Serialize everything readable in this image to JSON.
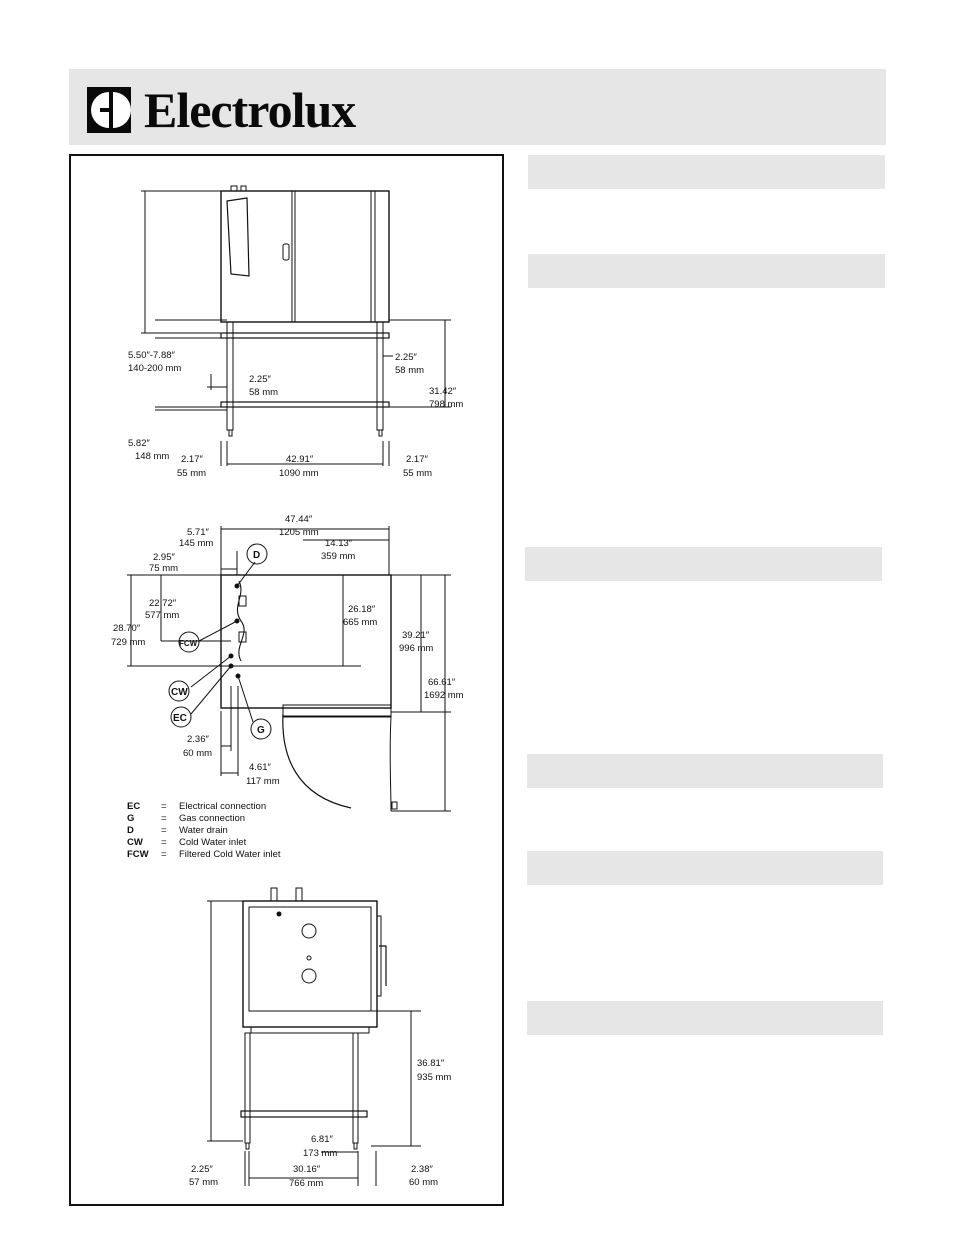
{
  "brand": {
    "name": "Electrolux",
    "logo_icon": "electrolux-e-symbol-icon"
  },
  "front_view": {
    "dims": {
      "feet_range_in": "5.50″-7.88″",
      "feet_range_mm": "140-200 mm",
      "inner_left_in": "2.25″",
      "inner_left_mm": "58 mm",
      "inner_right_in": "2.25″",
      "inner_right_mm": "58 mm",
      "stand_height_in": "31.42″",
      "stand_height_mm": "798 mm",
      "bottom_in": "5.82″",
      "bottom_mm": "148 mm",
      "left_off_in": "2.17″",
      "left_off_mm": "55 mm",
      "width_in": "42.91″",
      "width_mm": "1090 mm",
      "right_off_in": "2.17″",
      "right_off_mm": "55 mm"
    }
  },
  "top_view": {
    "dims": {
      "total_width_in": "47.44″",
      "total_width_mm": "1205 mm",
      "d1_in": "5.71″",
      "d1_mm": "145 mm",
      "d2_in": "14.13″",
      "d2_mm": "359 mm",
      "d3_in": "2.95″",
      "d3_mm": "75 mm",
      "d4_in": "22.72″",
      "d4_mm": "577 mm",
      "d5_in": "28.70″",
      "d5_mm": "729 mm",
      "d6_in": "26.18″",
      "d6_mm": "665 mm",
      "d7_in": "39.21″",
      "d7_mm": "996 mm",
      "d8_in": "66.61″",
      "d8_mm": "1692 mm",
      "d9_in": "2.36″",
      "d9_mm": "60 mm",
      "d10_in": "4.61″",
      "d10_mm": "117 mm"
    },
    "markers": {
      "d": "D",
      "fcw": "FCW",
      "cw": "CW",
      "ec": "EC",
      "g": "G"
    }
  },
  "legend": [
    {
      "code": "EC",
      "eq": "=",
      "desc": "Electrical connection"
    },
    {
      "code": "G",
      "eq": "=",
      "desc": "Gas connection"
    },
    {
      "code": "D",
      "eq": "=",
      "desc": "Water drain"
    },
    {
      "code": "CW",
      "eq": "=",
      "desc": "Cold Water inlet"
    },
    {
      "code": "FCW",
      "eq": "=",
      "desc": "Filtered Cold Water inlet"
    }
  ],
  "side_view": {
    "dims": {
      "height_in": "36.81″",
      "height_mm": "935 mm",
      "mid_in": "6.81″",
      "mid_mm": "173 mm",
      "left_in": "2.25″",
      "left_mm": "57 mm",
      "width_in": "30.16″",
      "width_mm": "766 mm",
      "right_in": "2.38″",
      "right_mm": "60 mm"
    }
  }
}
